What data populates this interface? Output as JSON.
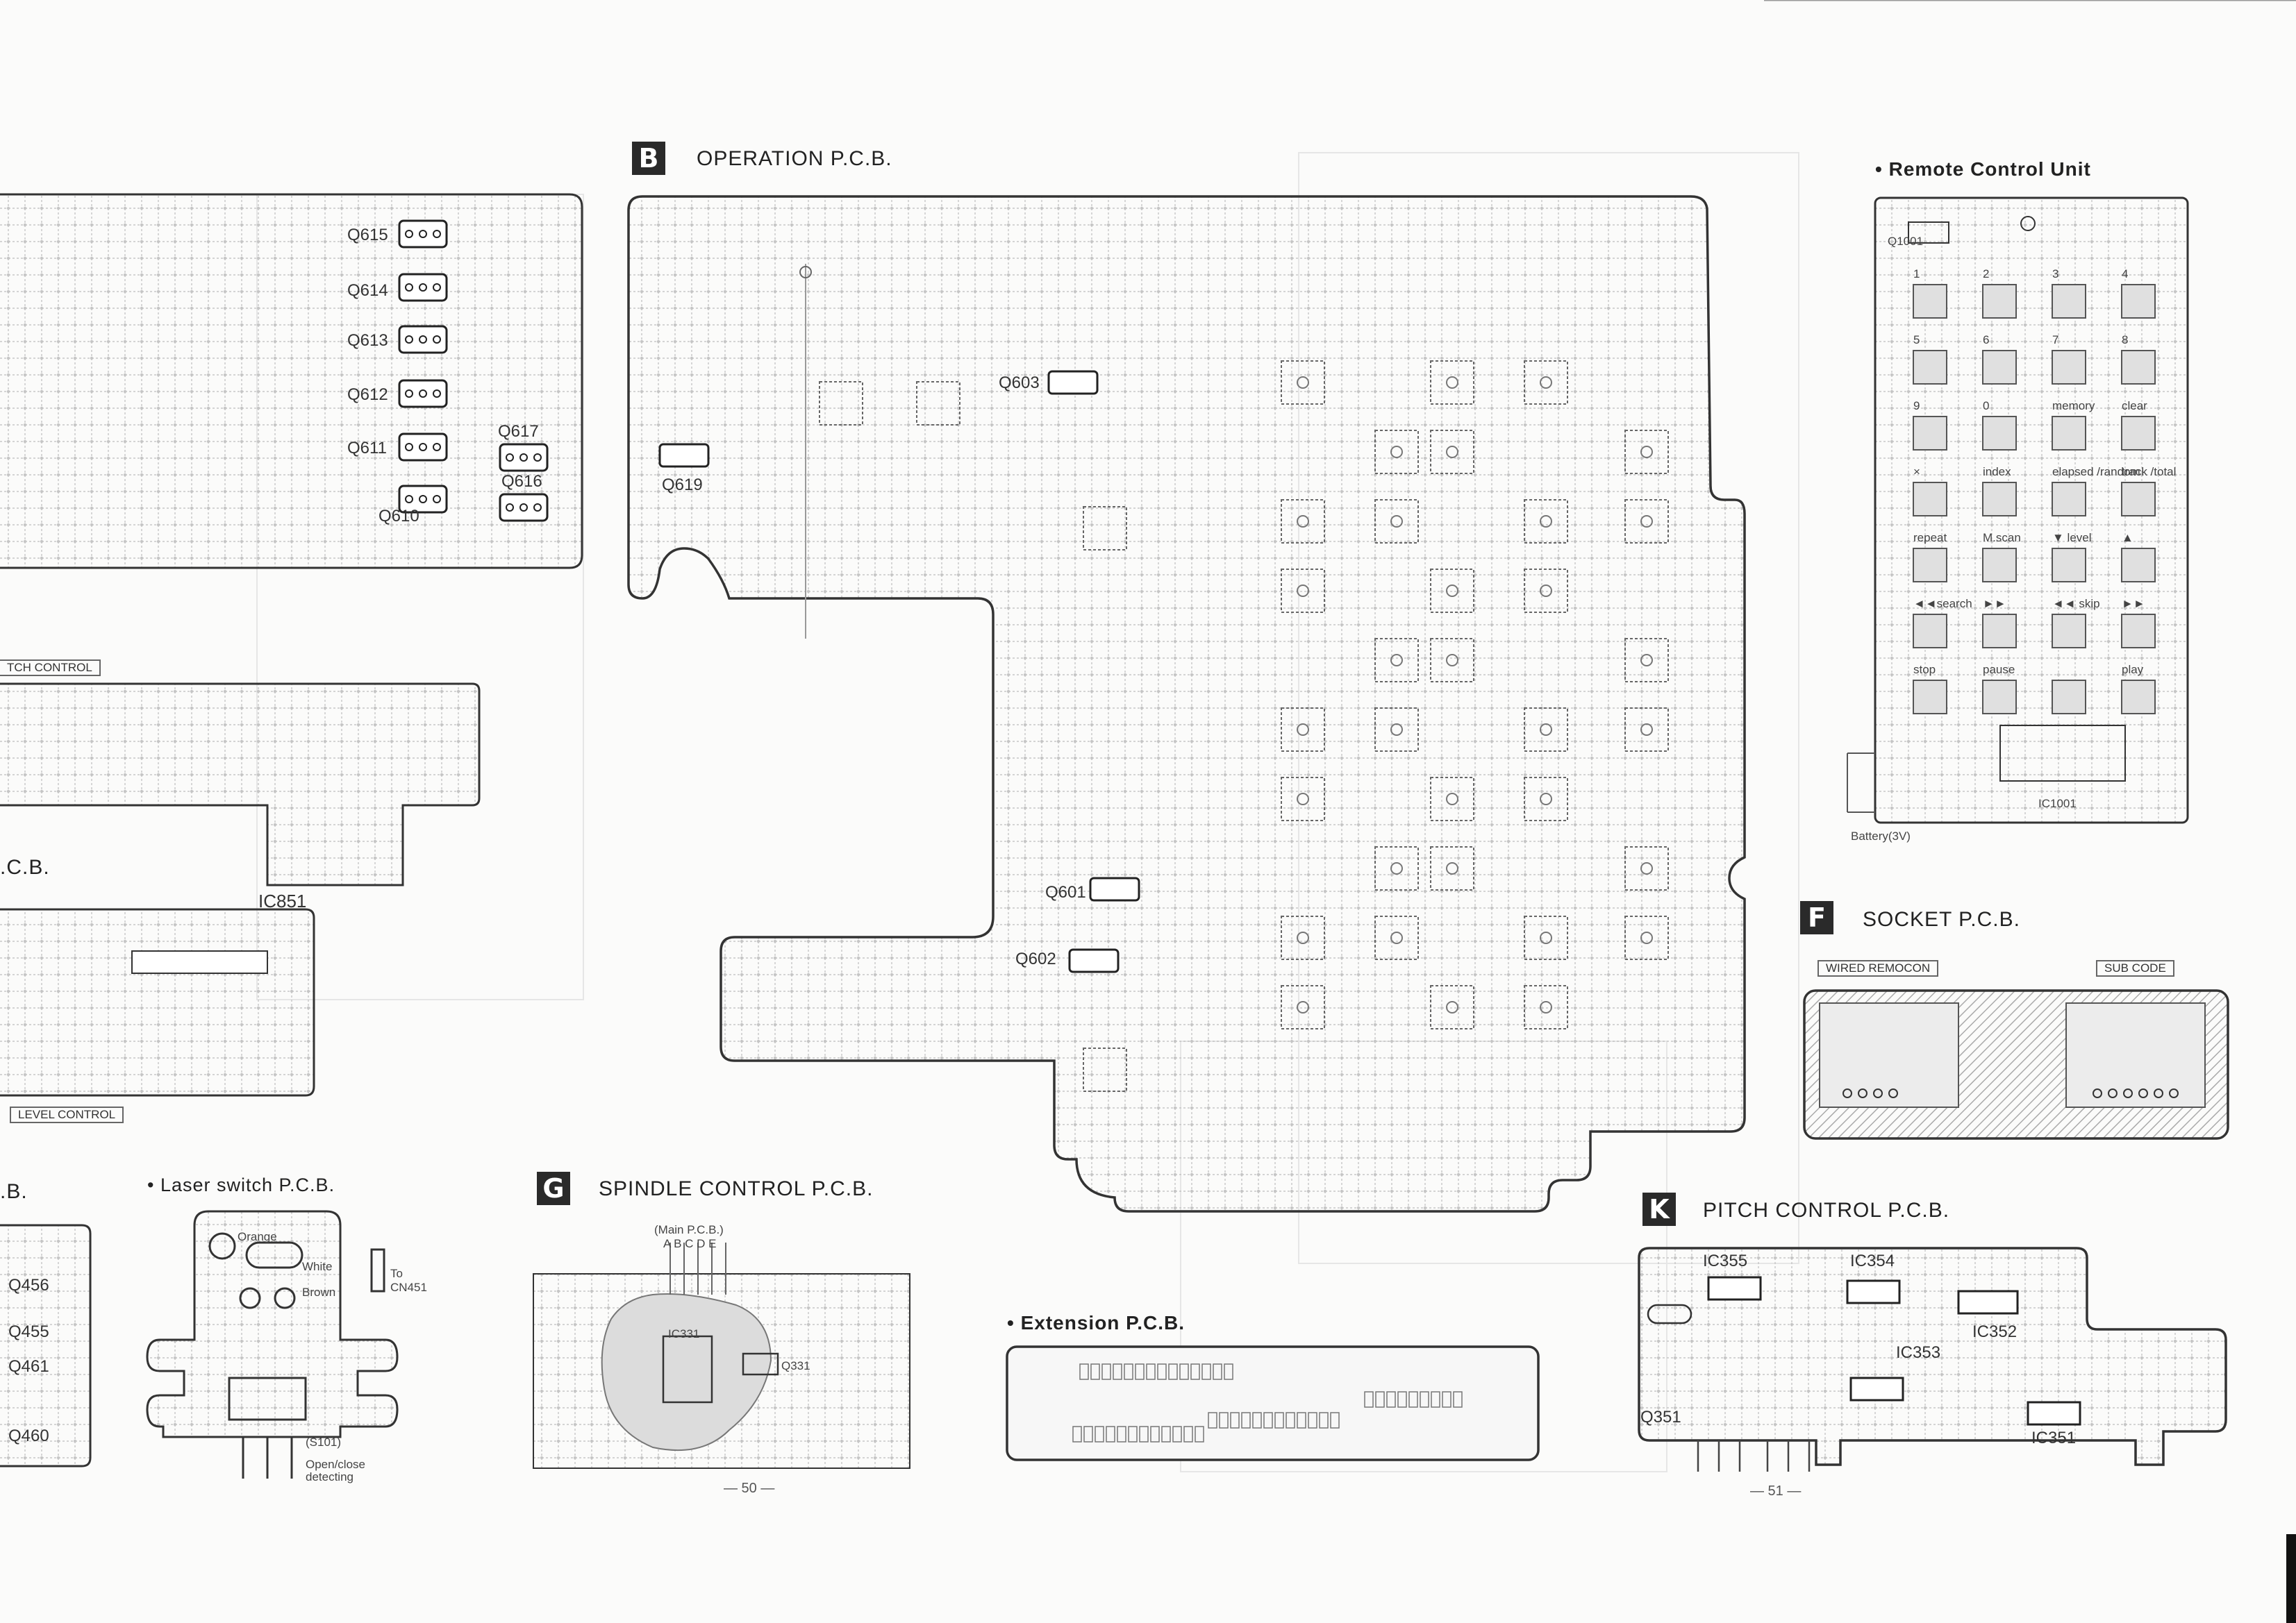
{
  "boards": {
    "B": {
      "letter": "B",
      "title": "OPERATION P.C.B."
    },
    "F": {
      "letter": "F",
      "title": "SOCKET P.C.B.",
      "left_box": "WIRED REMOCON",
      "right_box": "SUB CODE"
    },
    "G": {
      "letter": "G",
      "title": "SPINDLE CONTROL P.C.B.",
      "note": "(Main P.C.B.)",
      "pins": "A B C D E",
      "ic": "IC331",
      "transistor": "Q331"
    },
    "K": {
      "letter": "K",
      "title": "PITCH CONTROL P.C.B."
    },
    "remote": {
      "title": "Remote Control Unit",
      "battery": "Battery(3V)",
      "ic": "IC1001",
      "transistor": "Q1001"
    },
    "extension": {
      "title": "Extension P.C.B."
    },
    "laser": {
      "title": "Laser switch P.C.B.",
      "orange": "Orange",
      "white": "White",
      "brown": "Brown",
      "to": "To",
      "cn": "CN451",
      "switch": "(S101)",
      "note1": "Open/close",
      "note2": "detecting"
    }
  },
  "left_partial": {
    "transistors": [
      "Q615",
      "Q614",
      "Q613",
      "Q612",
      "Q611",
      "Q617",
      "Q616",
      "Q610"
    ],
    "pitch_control_box": "TCH CONTROL",
    "pcb_fragment": ".C.B.",
    "ic": "IC851",
    "level_control_box": "LEVEL CONTROL",
    "b_fragment": ".B.",
    "q4": [
      "Q456",
      "Q455",
      "Q461",
      "Q460"
    ]
  },
  "operation_labels": [
    "Q603",
    "Q619",
    "Q601",
    "Q602"
  ],
  "remote_buttons": [
    [
      "1",
      "2",
      "3",
      "4"
    ],
    [
      "5",
      "6",
      "7",
      "8"
    ],
    [
      "9",
      "0",
      "memory",
      "clear"
    ],
    [
      "×",
      "index",
      "elapsed /random",
      "track /total"
    ],
    [
      "repeat",
      "M.scan",
      "▼ level",
      "▲"
    ],
    [
      "◄◄search",
      "►►",
      "◄◄ skip",
      "►►"
    ],
    [
      "stop",
      "pause",
      "",
      "play"
    ]
  ],
  "pitch_ics": [
    "IC355",
    "IC354",
    "IC352",
    "IC353",
    "IC351",
    "Q351"
  ],
  "page_numbers": {
    "left": "— 50 —",
    "right": "— 51 —"
  }
}
